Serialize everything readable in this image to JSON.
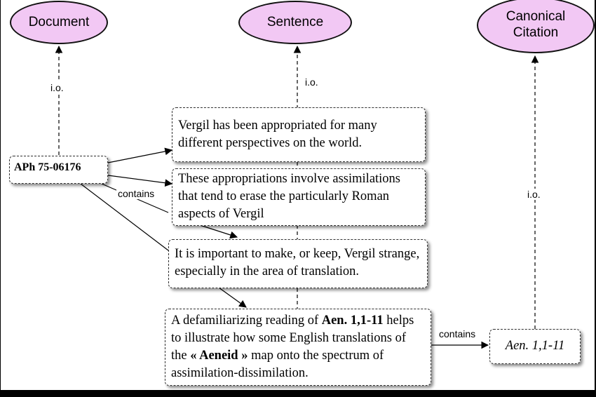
{
  "nodes": {
    "document": "Document",
    "sentence": "Sentence",
    "canonical_citation_line1": "Canonical",
    "canonical_citation_line2": "Citation",
    "aph": "APh 75-06176",
    "sentence1": "Vergil has been appropriated for many different perspectives on the world.",
    "sentence2": "These appropriations involve assimilations that tend to erase the particularly Roman aspects of Vergil",
    "sentence3": "It is important to make, or keep, Vergil strange, especially in the area of translation.",
    "sentence4": {
      "part1": "A defamiliarizing reading of ",
      "bold1": "Aen. 1,1-11",
      "part2": " helps to illustrate how some English translations of the ",
      "bold2": "« Aeneid »",
      "part3": " map onto the spectrum of assimilation-dissimilation."
    },
    "citation": "Aen. 1,1-11"
  },
  "edge_labels": {
    "io_document": "i.o.",
    "io_sentence": "i.o.",
    "io_citation": "i.o.",
    "contains_aph": "contains",
    "contains_citation": "contains"
  },
  "colors": {
    "ellipse_fill": "#f2c8f4",
    "stroke": "#111111"
  }
}
